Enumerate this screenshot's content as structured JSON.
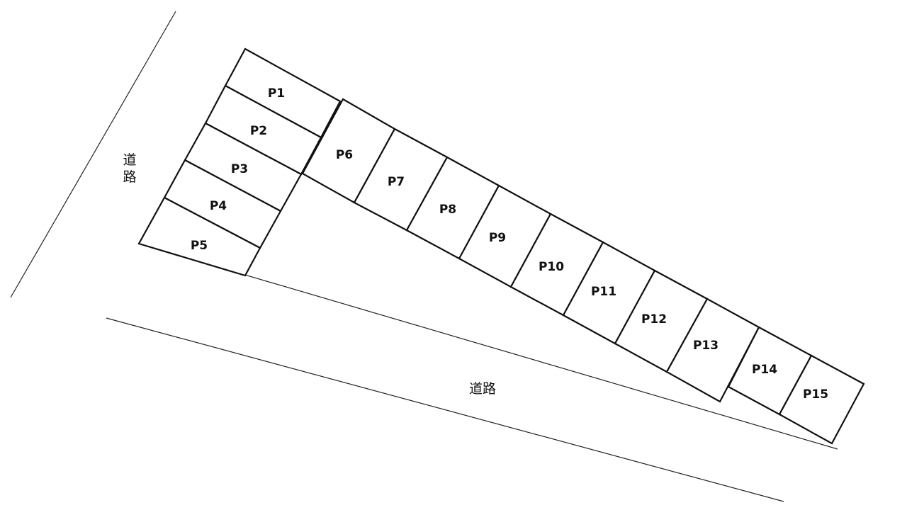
{
  "roads": {
    "top_left_label": "道路",
    "bottom_label": "道路"
  },
  "stalls": [
    "P1",
    "P2",
    "P3",
    "P4",
    "P5",
    "P6",
    "P7",
    "P8",
    "P9",
    "P10",
    "P11",
    "P12",
    "P13",
    "P14",
    "P15"
  ]
}
